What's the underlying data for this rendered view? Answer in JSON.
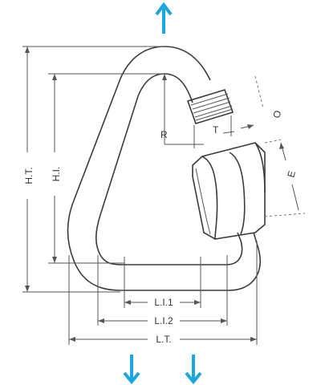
{
  "labels": {
    "ht": "H.T.",
    "hi": "H.I.",
    "r": "R",
    "t": "T",
    "o": "O",
    "e": "E",
    "li1": "L.I.1",
    "li2": "L.I.2",
    "lt": "L.T."
  },
  "colors": {
    "arrow": "#1aa7e0",
    "outline": "#3a3a3a"
  },
  "icons": {
    "top_arrow": "arrow-up-icon",
    "bottom_arrows": "arrow-down-icon"
  }
}
